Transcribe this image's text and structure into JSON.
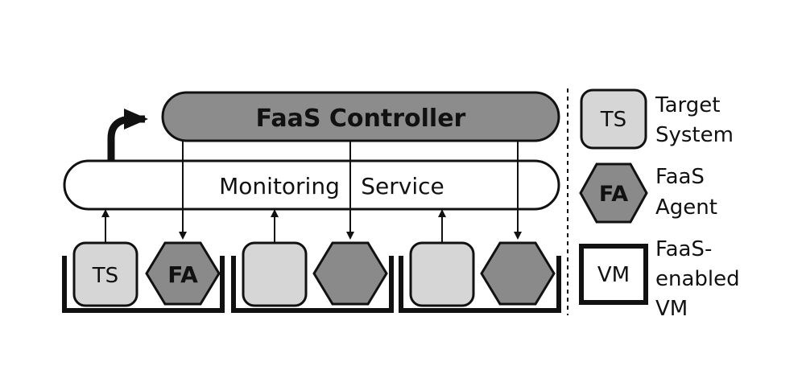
{
  "diagram": {
    "controller_label": "FaaS Controller",
    "monitoring_label_1": "Monitoring",
    "monitoring_label_2": "Service",
    "ts_label": "TS",
    "fa_label": "FA"
  },
  "legend": {
    "ts_symbol": "TS",
    "ts_line1": "Target",
    "ts_line2": "System",
    "fa_symbol": "FA",
    "fa_line1": "FaaS",
    "fa_line2": "Agent",
    "vm_symbol": "VM",
    "vm_line1": "FaaS-",
    "vm_line2": "enabled",
    "vm_line3": "VM"
  },
  "colors": {
    "controller_fill": "#8c8c8c",
    "ts_fill": "#d6d6d6",
    "fa_fill": "#8a8a8a",
    "stroke": "#111111"
  }
}
